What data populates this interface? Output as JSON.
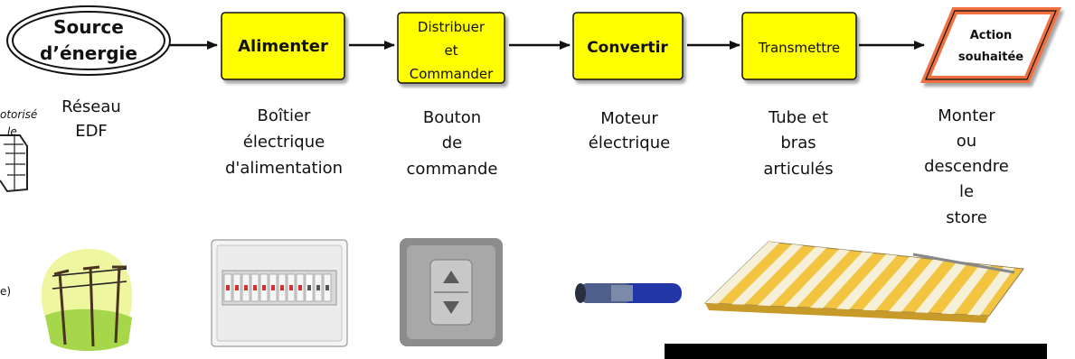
{
  "chain": {
    "source": [
      "Source",
      "d’énergie"
    ],
    "functions": [
      {
        "lines": [
          "Alimenter"
        ]
      },
      {
        "lines": [
          "Distribuer",
          "et",
          "Commander"
        ]
      },
      {
        "lines": [
          "Convertir"
        ]
      },
      {
        "lines": [
          "Transmettre"
        ]
      }
    ],
    "action": [
      "Action",
      "souhaitée"
    ]
  },
  "components": [
    [
      "Réseau",
      "EDF"
    ],
    [
      "Boîtier",
      "électrique",
      "d'alimentation"
    ],
    [
      "Bouton",
      "de",
      "commande"
    ],
    [
      "Moteur",
      "électrique"
    ],
    [
      "Tube et",
      "bras",
      "articulés"
    ],
    [
      "Monter",
      "ou",
      "descendre",
      "le",
      "store"
    ]
  ],
  "edge_fragments": {
    "top": [
      "otorisé",
      "le"
    ],
    "bottom": "e)"
  },
  "colors": {
    "function_fill": "#fefe00",
    "action_border": "#f07040",
    "black_bar": "#000000"
  }
}
